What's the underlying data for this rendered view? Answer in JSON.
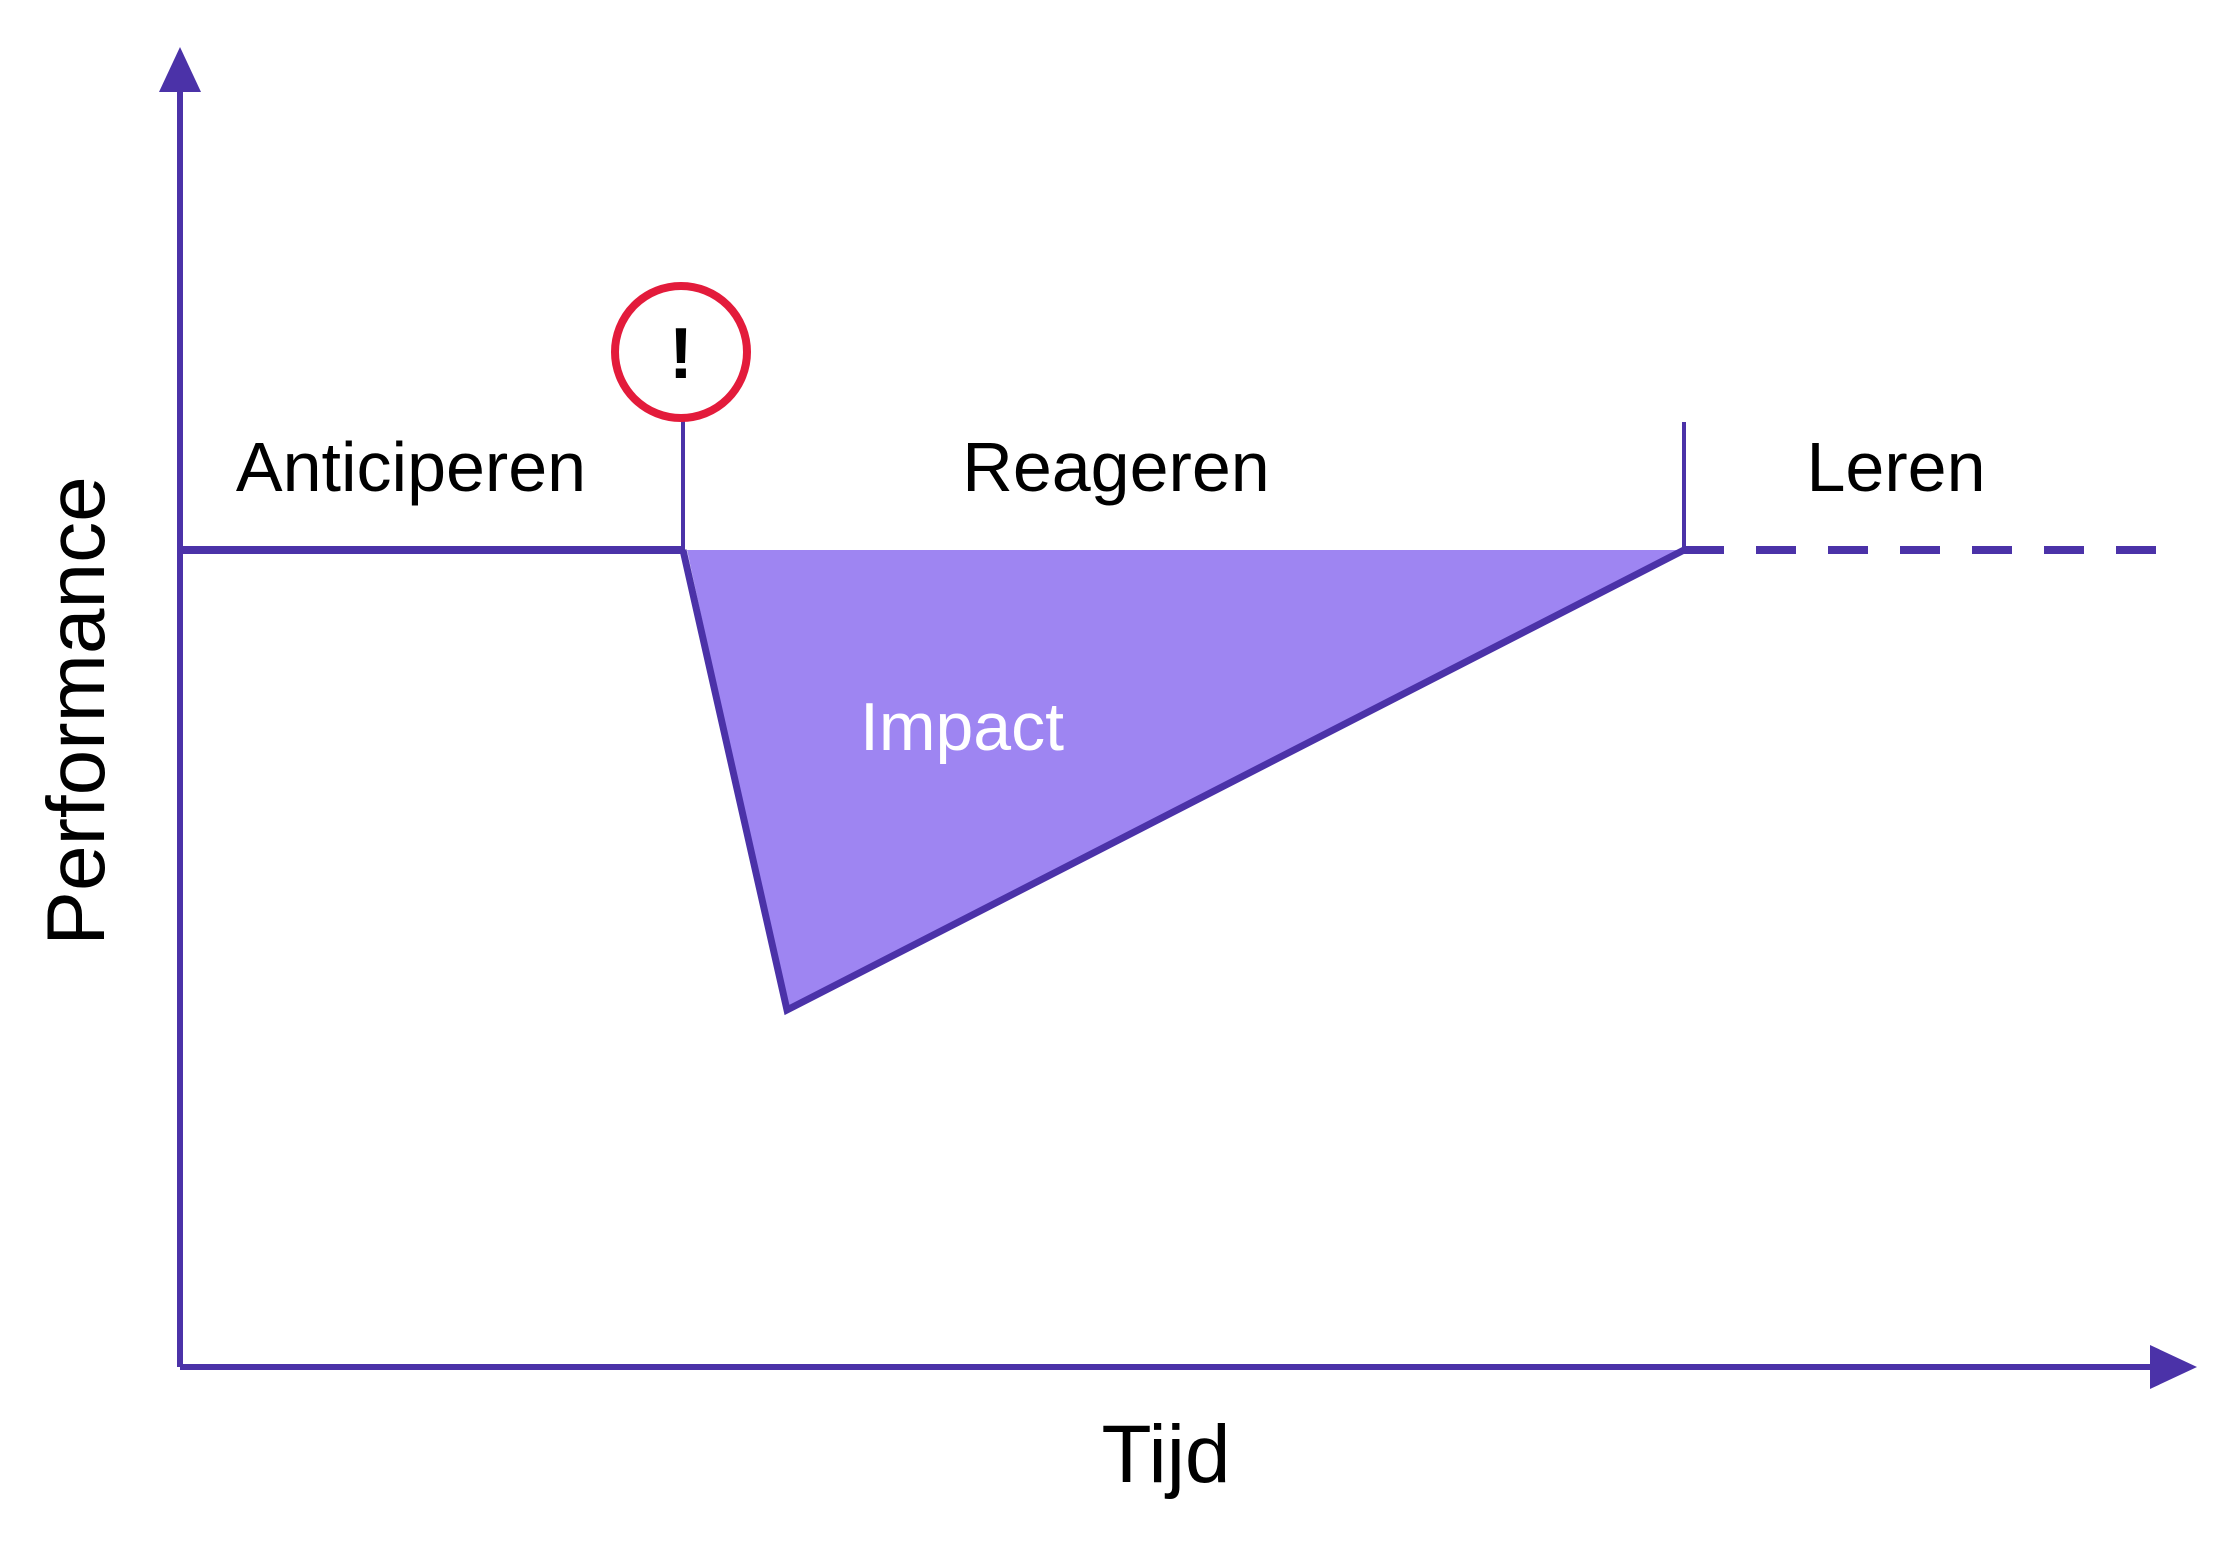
{
  "diagram": {
    "y_axis_label": "Performance",
    "x_axis_label": "Tijd",
    "phases": [
      "Anticiperen",
      "Reageren",
      "Leren"
    ],
    "area_label": "Impact",
    "event_marker": "!",
    "colors": {
      "line": "#4B32A8",
      "impact_fill": "#9E85F2",
      "alert": "#E31B3B",
      "impact_text": "#FFFFFF"
    }
  }
}
